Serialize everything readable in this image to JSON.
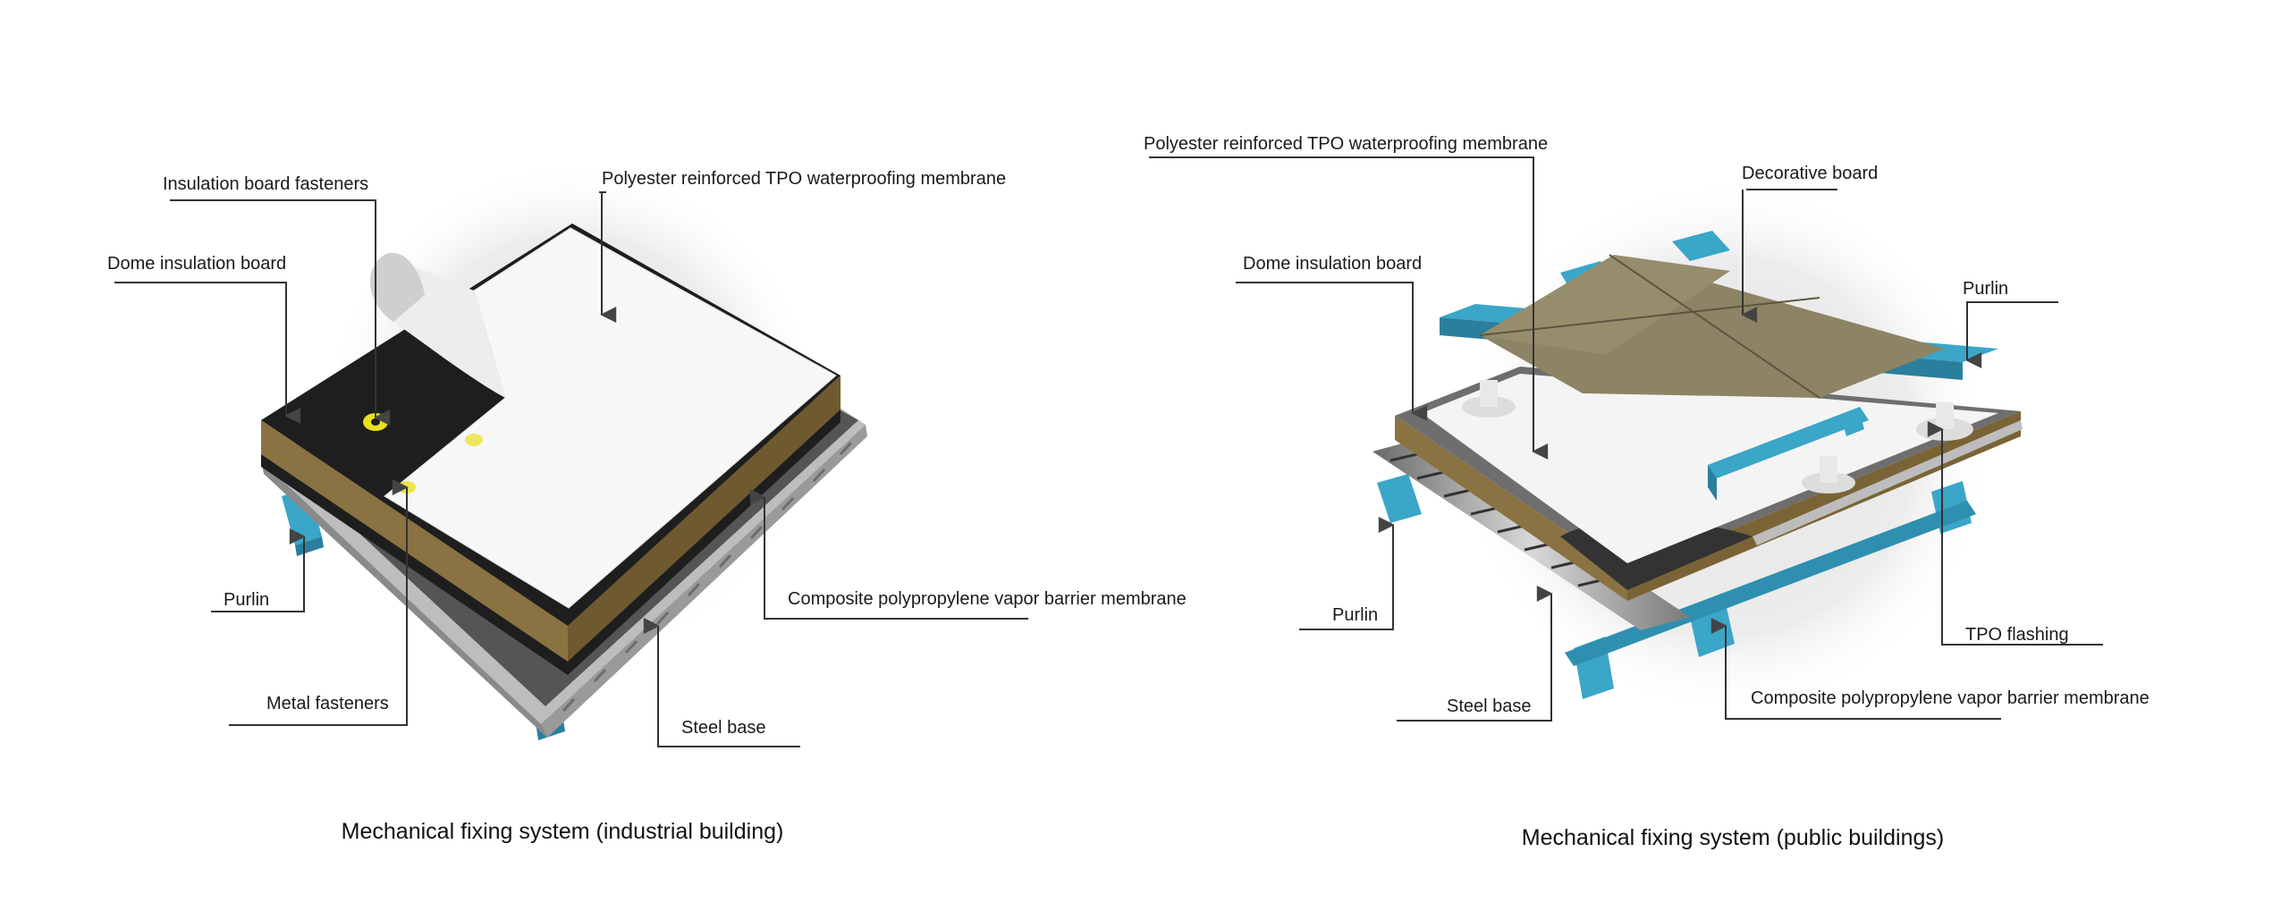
{
  "left_diagram": {
    "caption": "Mechanical fixing system (industrial building)",
    "labels": {
      "insulation_board_fasteners": "Insulation board fasteners",
      "polyester_tpo_membrane": "Polyester reinforced TPO waterproofing membrane",
      "dome_insulation_board": "Dome insulation board",
      "purlin": "Purlin",
      "composite_vapor_barrier": "Composite polypropylene vapor barrier membrane",
      "metal_fasteners": "Metal fasteners",
      "steel_base": "Steel base"
    }
  },
  "right_diagram": {
    "caption": "Mechanical fixing system (public buildings)",
    "labels": {
      "polyester_tpo_membrane": "Polyester reinforced TPO waterproofing membrane",
      "decorative_board": "Decorative board",
      "dome_insulation_board": "Dome insulation board",
      "purlin_top": "Purlin",
      "purlin_left": "Purlin",
      "tpo_flashing": "TPO flashing",
      "steel_base": "Steel base",
      "composite_vapor_barrier": "Composite polypropylene vapor barrier membrane"
    }
  },
  "colors": {
    "membrane_white": "#f7f7f7",
    "insulation_black": "#1e1e1e",
    "insulation_brown": "#8a7242",
    "steel_blue": "#3aa6c8",
    "decorative_board": "#8c8464",
    "fastener_yellow": "#e8e020",
    "leader": "#333333"
  }
}
